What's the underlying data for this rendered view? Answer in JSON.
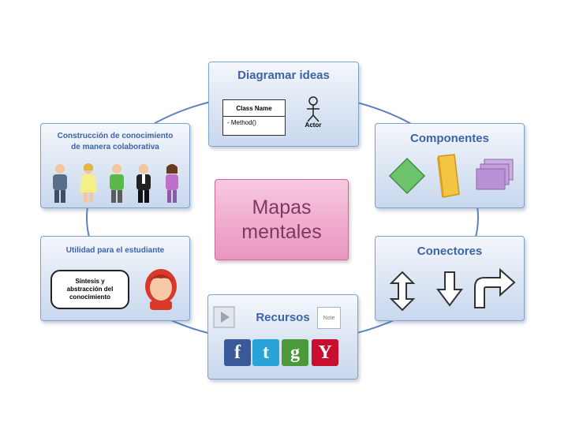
{
  "center": {
    "label": "Mapas\nmentales"
  },
  "nodes": {
    "diagramar": {
      "title": "Diagramar ideas",
      "uml_class_name": "Class Name",
      "uml_method": "- Method()",
      "actor_label": "Actor"
    },
    "componentes": {
      "title": "Componentes"
    },
    "conectores": {
      "title": "Conectores"
    },
    "recursos": {
      "title": "Recursos",
      "note_icon_text": "Note"
    },
    "utilidad": {
      "title": "Utilidad para el estudiante",
      "bubble_text": "Síntesis y\nabstracción del\nconocimiento"
    },
    "construccion": {
      "title": "Construcción de conocimiento\nde manera colaborativa"
    }
  },
  "social_icons": [
    {
      "name": "facebook",
      "letter": "f",
      "color": "#3b5998"
    },
    {
      "name": "twitter",
      "letter": "t",
      "color": "#2aa3d8"
    },
    {
      "name": "google",
      "letter": "g",
      "color": "#4a9a3c"
    },
    {
      "name": "yahoo",
      "letter": "Y",
      "color": "#c8102e"
    }
  ],
  "colors": {
    "node_border": "#7fa2cc",
    "title": "#3d62a8",
    "center": "#efa9cc",
    "connector": "#5b82bf"
  }
}
